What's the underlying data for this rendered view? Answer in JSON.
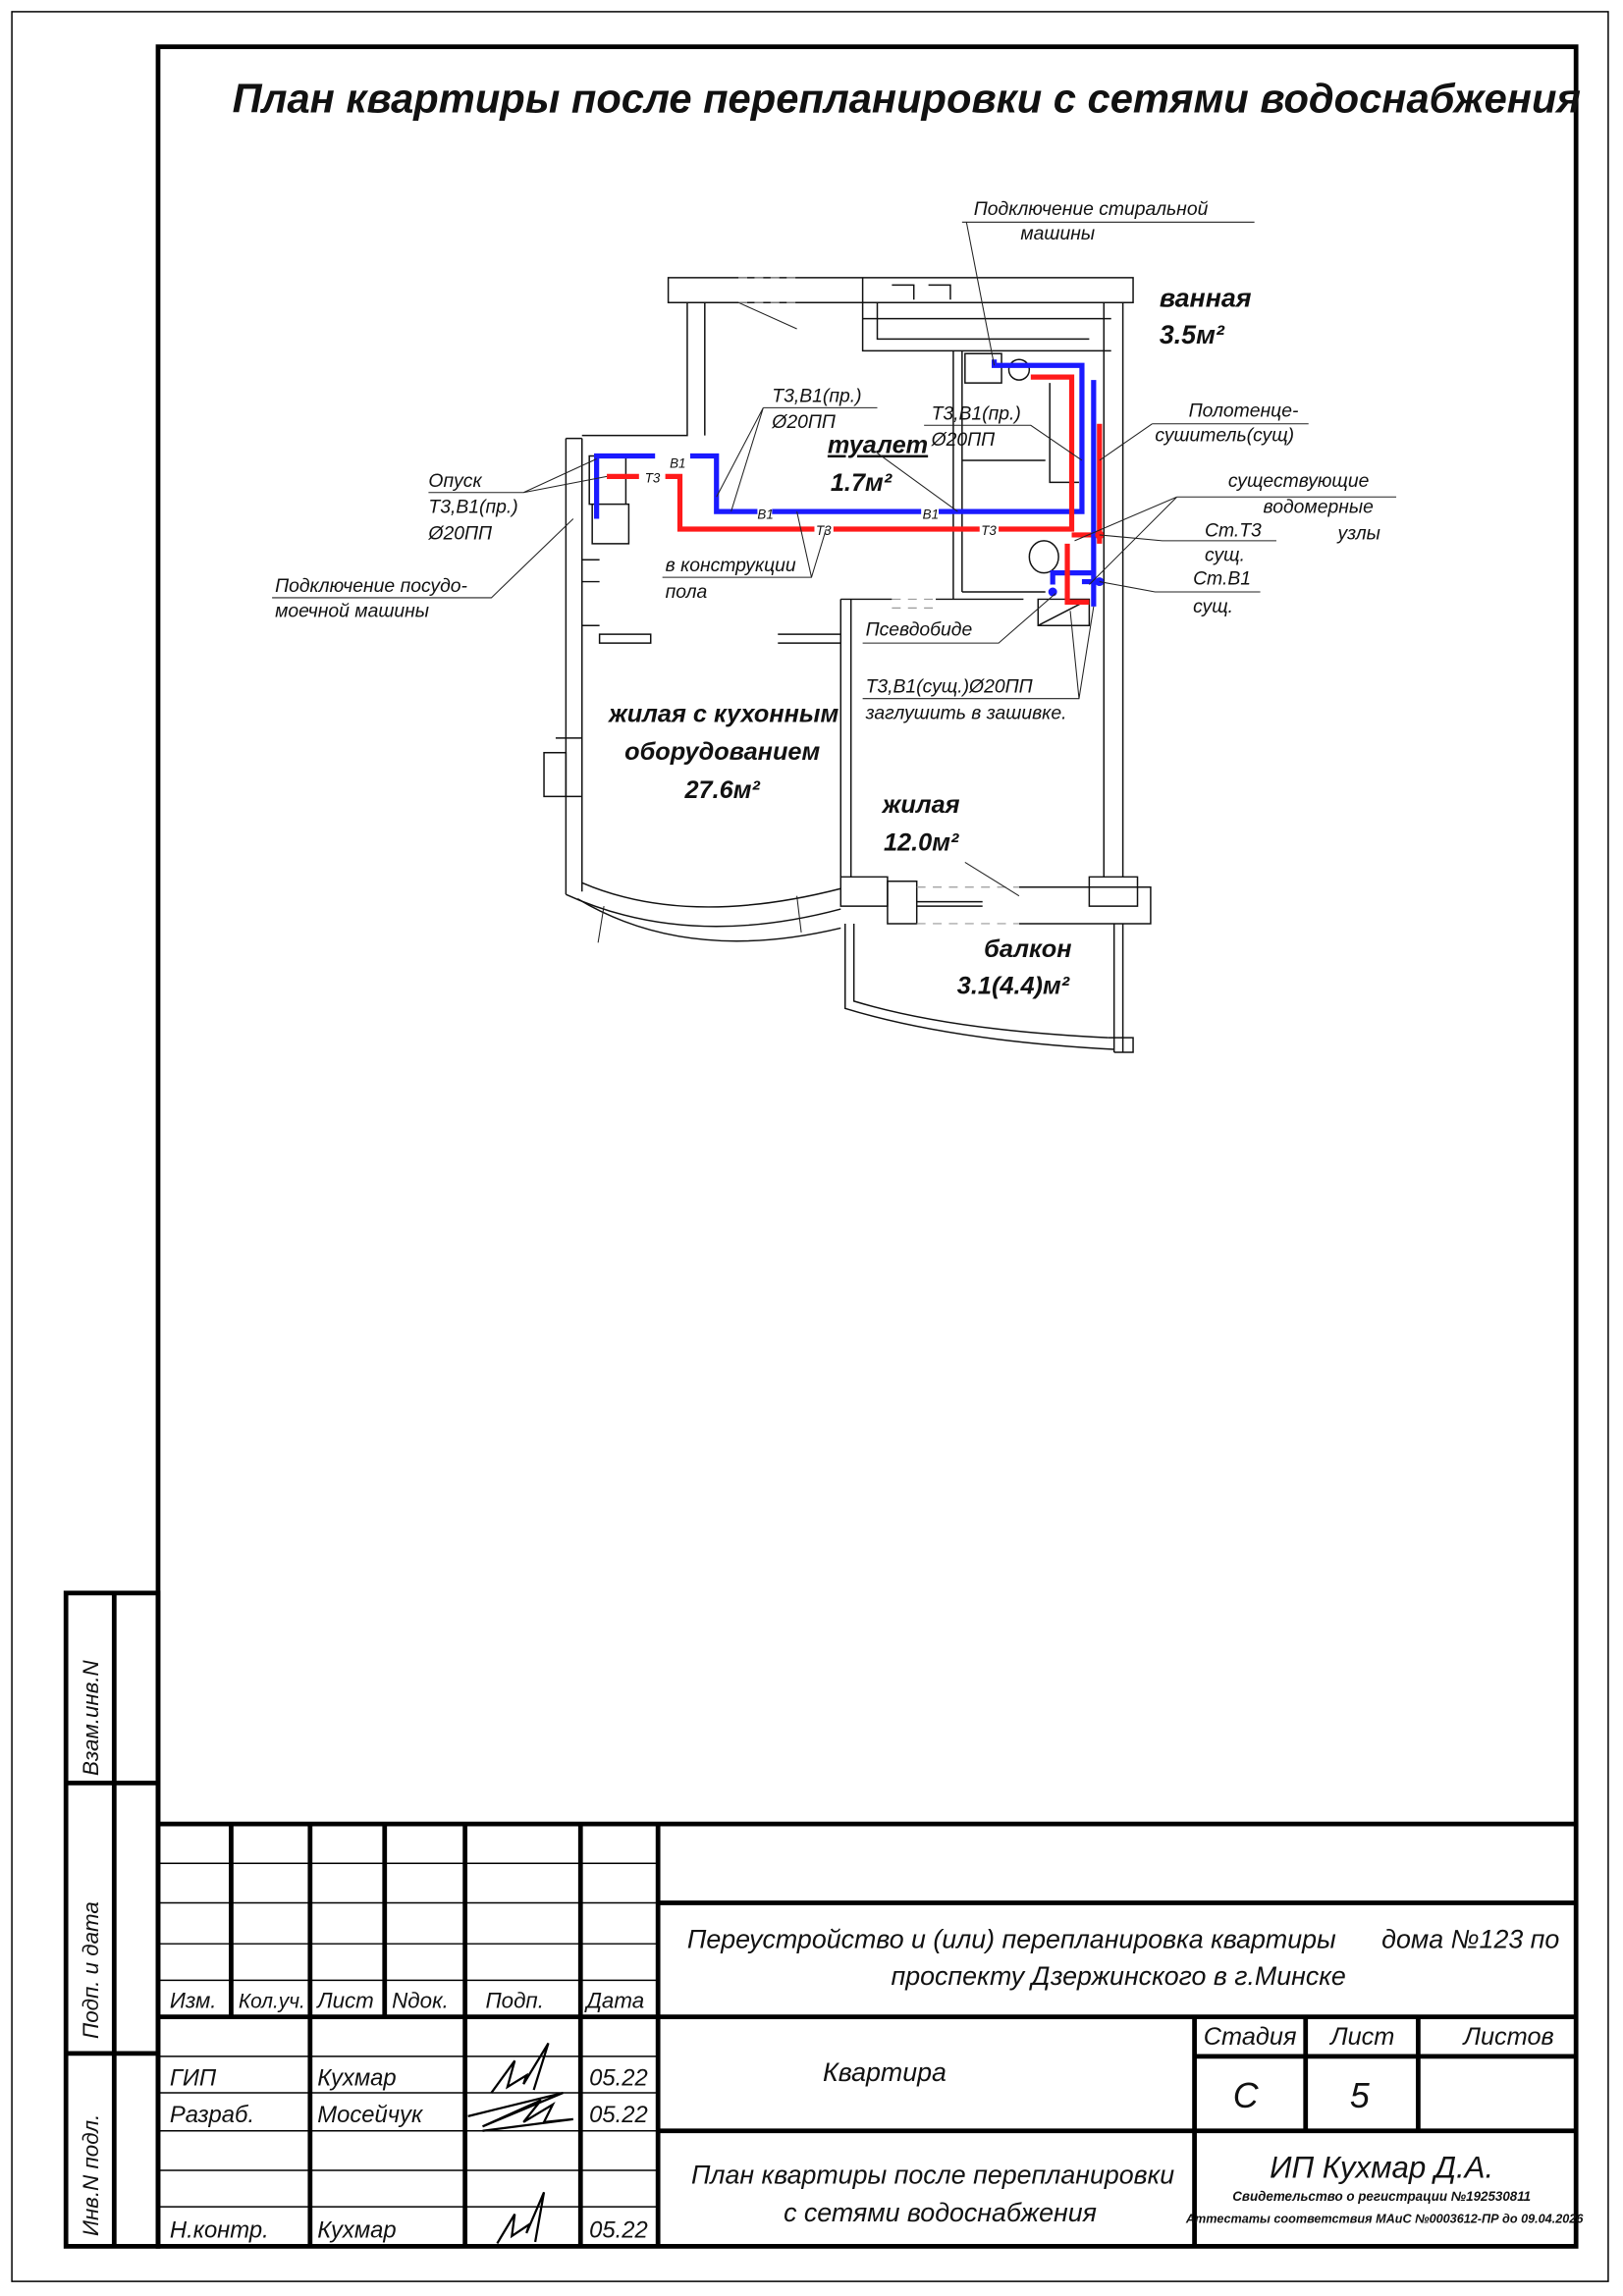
{
  "sheet_title": "План квартиры после перепланировки с сетями водоснабжения",
  "rooms": {
    "bath": {
      "name": "ванная",
      "area": "3.5м²"
    },
    "toilet": {
      "name": "туалет",
      "area": "1.7м²"
    },
    "living_kitchen": {
      "name1": "жилая с кухонным",
      "name2": "оборудованием",
      "area": "27.6м²"
    },
    "living": {
      "name": "жилая",
      "area": "12.0м²"
    },
    "balcony": {
      "name": "балкон",
      "area": "3.1(4.4)м²"
    }
  },
  "notes": {
    "washer_1": "Подключение стиральной",
    "washer_2": "машины",
    "riser_1": "Опуск",
    "riser_2": "Т3,В1(пр.)",
    "riser_3": "Ø20ПП",
    "dishwasher_1": "Подключение посудо-",
    "dishwasher_2": "моечной машины",
    "pipe1_1": "Т3,В1(пр.)",
    "pipe1_2": "Ø20ПП",
    "pipe2_1": "Т3,В1(пр.)",
    "pipe2_2": "Ø20ПП",
    "floor_1": "в конструкции",
    "floor_2": "пола",
    "towel_1": "Полотенце-",
    "towel_2": "сушитель(сущ)",
    "meters_1": "существующие",
    "meters_2": "водомерные",
    "meters_3": "узлы",
    "st_t3": "Ст.Т3",
    "st_t3_sub": "сущ.",
    "st_b1": "Ст.В1",
    "st_b1_sub": "сущ.",
    "bidet": "Псевдобиде",
    "plug_1": "Т3,В1(сущ.)Ø20ПП",
    "plug_2": "заглушить в зашивке.",
    "pipe_b1": "В1",
    "pipe_t3": "Т3"
  },
  "side_stamps": [
    "Взам.инв.N",
    "Подп. и дата",
    "Инв.N подл."
  ],
  "title_block": {
    "headers": [
      "Изм.",
      "Кол.уч.",
      "Лист",
      "Nдок.",
      "Подп.",
      "Дата"
    ],
    "rows": [
      {
        "role": "ГИП",
        "name": "Кухмар",
        "date": "05.22"
      },
      {
        "role": "Разраб.",
        "name": "Мосейчук",
        "date": "05.22"
      },
      {
        "role": "Н.контр.",
        "name": "Кухмар",
        "date": "05.22"
      }
    ],
    "project_1": "Переустройство и (или) перепланировка квартиры",
    "project_house": "дома №123 по",
    "project_2": "проспекту Дзержинского в г.Минске",
    "object": "Квартира",
    "stage_label": "Стадия",
    "sheet_label": "Лист",
    "sheets_label": "Листов",
    "stage": "С",
    "sheet": "5",
    "drawing_1": "План квартиры после перепланировки",
    "drawing_2": "с сетями водоснабжения",
    "company": "ИП Кухмар Д.А.",
    "cert": "Свидетельство о регистрации №192530811",
    "attest": "Аттестаты соответствия МАиС №0003612-ПР до 09.04.2026"
  }
}
